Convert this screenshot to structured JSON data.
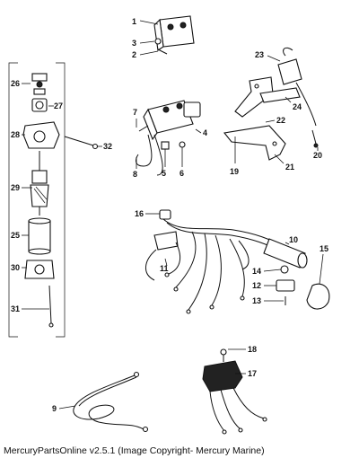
{
  "caption": "MercuryPartsOnline v2.5.1 (Image Copyright- Mercury Marine)",
  "callouts": [
    "1",
    "2",
    "3",
    "4",
    "5",
    "6",
    "7",
    "8",
    "9",
    "10",
    "11",
    "12",
    "13",
    "14",
    "15",
    "16",
    "17",
    "18",
    "19",
    "20",
    "21",
    "22",
    "23",
    "24",
    "25",
    "26",
    "27",
    "28",
    "29",
    "30",
    "31",
    "32"
  ]
}
